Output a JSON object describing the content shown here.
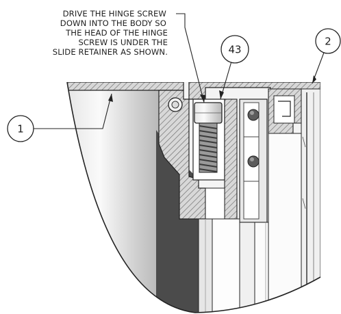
{
  "note": {
    "lines": [
      "DRIVE THE HINGE SCREW",
      "DOWN INTO THE BODY SO",
      "THE HEAD OF THE HINGE",
      "SCREW IS UNDER THE",
      "SLIDE RETAINER AS SHOWN."
    ]
  },
  "callouts": {
    "body": "1",
    "hinge_screw": "43",
    "slide_retainer": "2"
  }
}
